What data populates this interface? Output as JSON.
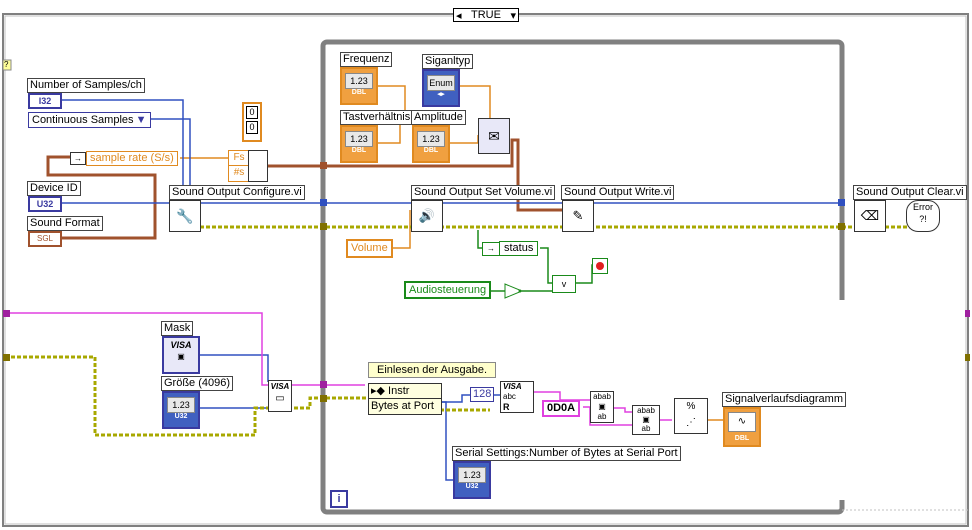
{
  "case_structure": {
    "selector_value": "TRUE"
  },
  "controls": {
    "number_of_samples": {
      "label": "Number of Samples/ch",
      "type": "I32"
    },
    "sample_mode": {
      "label": "Continuous Samples"
    },
    "sample_rate": {
      "label": "sample rate (S/s)"
    },
    "device_id": {
      "label": "Device ID",
      "type": "U32"
    },
    "sound_format": {
      "label": "Sound Format"
    },
    "frequenz": {
      "label": "Frequenz",
      "value": "1.23",
      "type": "DBL"
    },
    "signaltyp": {
      "label": "Siganltyp",
      "type": "Enum"
    },
    "tastverhaeltnis": {
      "label": "Tastverhältnis",
      "value": "1.23",
      "type": "DBL"
    },
    "amplitude": {
      "label": "Amplitude",
      "value": "1.23",
      "type": "DBL"
    },
    "volume": {
      "label": "Volume"
    },
    "status": {
      "label": "status"
    },
    "audiosteuerung": {
      "label": "Audiosteuerung"
    },
    "mask": {
      "label": "Mask",
      "type": "VISA"
    },
    "groesse": {
      "label": "Größe (4096)",
      "value": "1.23",
      "type": "U32"
    },
    "signalverlauf": {
      "label": "Signalverlaufsdiagramm",
      "type": "DBL"
    }
  },
  "cluster_constants": {
    "top": "0",
    "bottom": "0"
  },
  "bundle_labels": {
    "fs": "Fs",
    "ns": "#s"
  },
  "vis": {
    "configure": "Sound Output Configure.vi",
    "set_volume": "Sound Output Set Volume.vi",
    "write": "Sound Output Write.vi",
    "clear": "Sound Output Clear.vi"
  },
  "comment": "Einlesen der Ausgabe.",
  "property_node": {
    "class": "Instr",
    "property": "Bytes at Port"
  },
  "serial_indicator": {
    "label": "Serial Settings:Number of Bytes at Serial Port",
    "value": "1.23",
    "type": "U32"
  },
  "constants": {
    "bytes": "128",
    "hex": "0D0A"
  },
  "glyphs": {
    "error": "Error",
    "visa": "VISA",
    "abc": "abc",
    "read": "R",
    "enum_dbl": "DBL",
    "i32": "I32",
    "u32": "U32",
    "sgl": "SGL",
    "zero": "0",
    "qmark": "?",
    "info": "i",
    "vee": "v"
  },
  "colors": {
    "loop_border": "#808080",
    "orange_wire": "#e08a20",
    "blue_wire": "#3050c0",
    "brown_wire": "#a0522d",
    "error_wire": "#b8b800",
    "pink_wire": "#e040e0",
    "green_wire": "#1a8a1a"
  }
}
